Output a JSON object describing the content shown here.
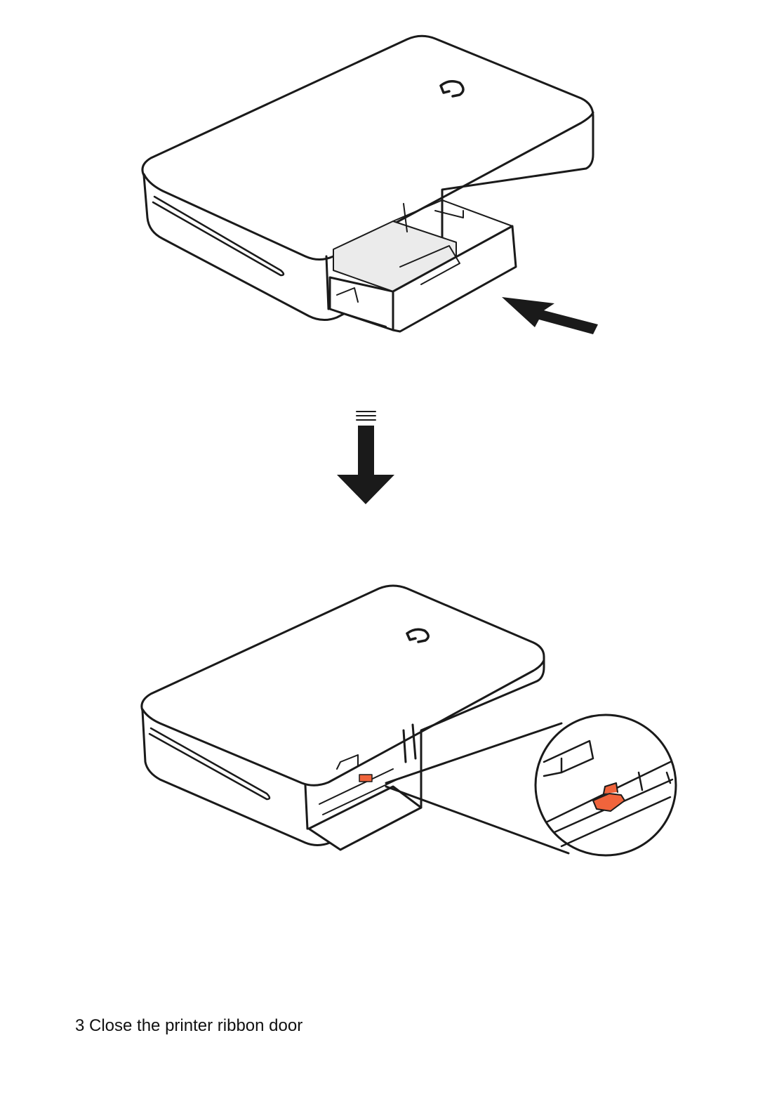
{
  "caption": "3 Close the printer ribbon door",
  "colors": {
    "line": "#1a1a1a",
    "accent": "#f0643c",
    "paper": "#ebebeb"
  },
  "icons": [
    "printer-insert-illustration",
    "push-arrow-icon",
    "down-arrow-icon",
    "printer-closed-illustration",
    "latch-magnifier-illustration"
  ]
}
